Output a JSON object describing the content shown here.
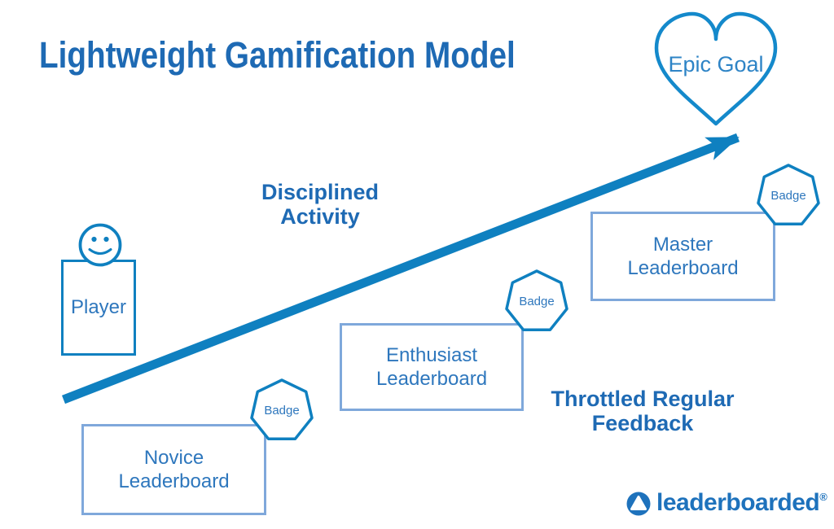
{
  "title": "Lightweight Gamification Model",
  "goal": {
    "label": "Epic Goal"
  },
  "annotations": {
    "disciplined": {
      "line1": "Disciplined",
      "line2": "Activity"
    },
    "throttled": {
      "line1": "Throttled Regular",
      "line2": "Feedback"
    }
  },
  "player": {
    "label": "Player"
  },
  "leaderboards": {
    "novice": {
      "line1": "Novice",
      "line2": "Leaderboard"
    },
    "enthusiast": {
      "line1": "Enthusiast",
      "line2": "Leaderboard"
    },
    "master": {
      "line1": "Master",
      "line2": "Leaderboard"
    }
  },
  "badge": {
    "label": "Badge"
  },
  "logo": {
    "name": "leaderboarded",
    "registered": "®"
  },
  "colors": {
    "title_blue": "#1E6AB4",
    "accent_stroke_blue": "#0F80C0",
    "heart_blue": "#1489CB",
    "text_blue": "#2E77BD",
    "box_border_blue": "#7FA8DB",
    "logo_blue": "#1E72BC",
    "background": "#FFFFFF"
  }
}
